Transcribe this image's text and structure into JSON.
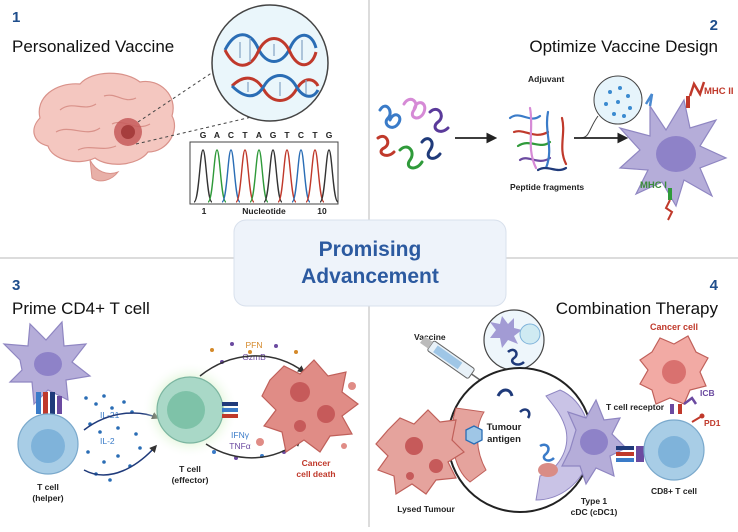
{
  "center": {
    "line1": "Promising",
    "line2": "Advancement"
  },
  "panel1": {
    "number": "1",
    "title": "Personalized Vaccine",
    "sequence": [
      "G",
      "A",
      "C",
      "T",
      "A",
      "G",
      "T",
      "C",
      "T",
      "G"
    ],
    "axis_start": "1",
    "axis_label": "Nucleotide",
    "axis_end": "10"
  },
  "panel2": {
    "number": "2",
    "title": "Optimize Vaccine Design",
    "adjuvant": "Adjuvant",
    "peptides": "Peptide fragments",
    "mhc2": "MHC II",
    "mhc1": "MHC I"
  },
  "panel3": {
    "number": "3",
    "title": "Prime CD4+ T cell",
    "il21": "IL-21",
    "il2": "IL-2",
    "pfn": "PFN",
    "gzmb": "GzmB",
    "ifng": "IFNγ",
    "tnfa": "TNFα",
    "helper_l1": "T cell",
    "helper_l2": "(helper)",
    "effector_l1": "T cell",
    "effector_l2": "(effector)",
    "death_l1": "Cancer",
    "death_l2": "cell death"
  },
  "panel4": {
    "number": "4",
    "title": "Combination Therapy",
    "vaccine": "Vaccine",
    "cancer_cell": "Cancer cell",
    "tcr": "T cell receptor",
    "icb": "ICB",
    "pd1": "PD1",
    "tumour_l1": "Tumour",
    "tumour_l2": "antigen",
    "lysed": "Lysed Tumour",
    "cdc_l1": "Type 1",
    "cdc_l2": "cDC (cDC1)",
    "cd8": "CD8+ T cell"
  },
  "colors": {
    "title_blue": "#1f4e8c",
    "center_blue": "#2c5aa0",
    "dc_purple": "#a29bd4",
    "tcell_blue": "#a8cde6",
    "cancer_red": "#d9716f",
    "label_red": "#c0392b",
    "label_orange": "#d4892a",
    "label_purple": "#6b4aa0",
    "label_green": "#3a8a3a"
  }
}
